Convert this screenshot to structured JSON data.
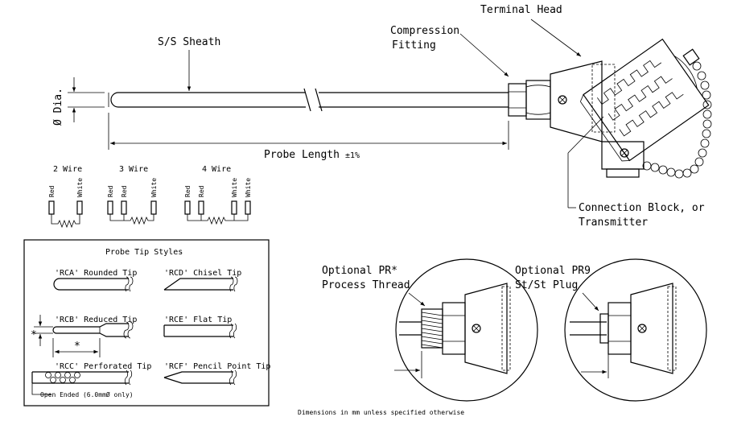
{
  "labels": {
    "terminal_head": "Terminal Head",
    "compression": "Compression",
    "fitting": "Fitting",
    "sheath": "S/S Sheath",
    "dia": "Ø Dia.",
    "probe_length": "Probe Length",
    "tolerance": "±1%",
    "connection_block": "Connection Block, or",
    "transmitter": "Transmitter",
    "footer": "Dimensions in mm unless specified otherwise"
  },
  "wiring": {
    "two_wire": {
      "title": "2 Wire",
      "leads": [
        "Red",
        "White"
      ]
    },
    "three_wire": {
      "title": "3 Wire",
      "leads": [
        "Red",
        "Red",
        "White"
      ]
    },
    "four_wire": {
      "title": "4 Wire",
      "leads": [
        "Red",
        "Red",
        "White",
        "White"
      ]
    }
  },
  "tip_styles": {
    "title": "Probe Tip Styles",
    "rca": "'RCA' Rounded Tip",
    "rcd": "'RCD' Chisel Tip",
    "rcb": "'RCB' Reduced Tip",
    "rce": "'RCE' Flat Tip",
    "rcc": "'RCC' Perforated Tip",
    "rcf": "'RCF' Pencil Point Tip",
    "star": "*",
    "open_ended": "Open Ended (6.0mmØ only)"
  },
  "options": {
    "pr_line1": "Optional PR*",
    "pr_line2": "Process Thread",
    "pr9_line1": "Optional PR9",
    "pr9_line2": "St/St Plug"
  }
}
